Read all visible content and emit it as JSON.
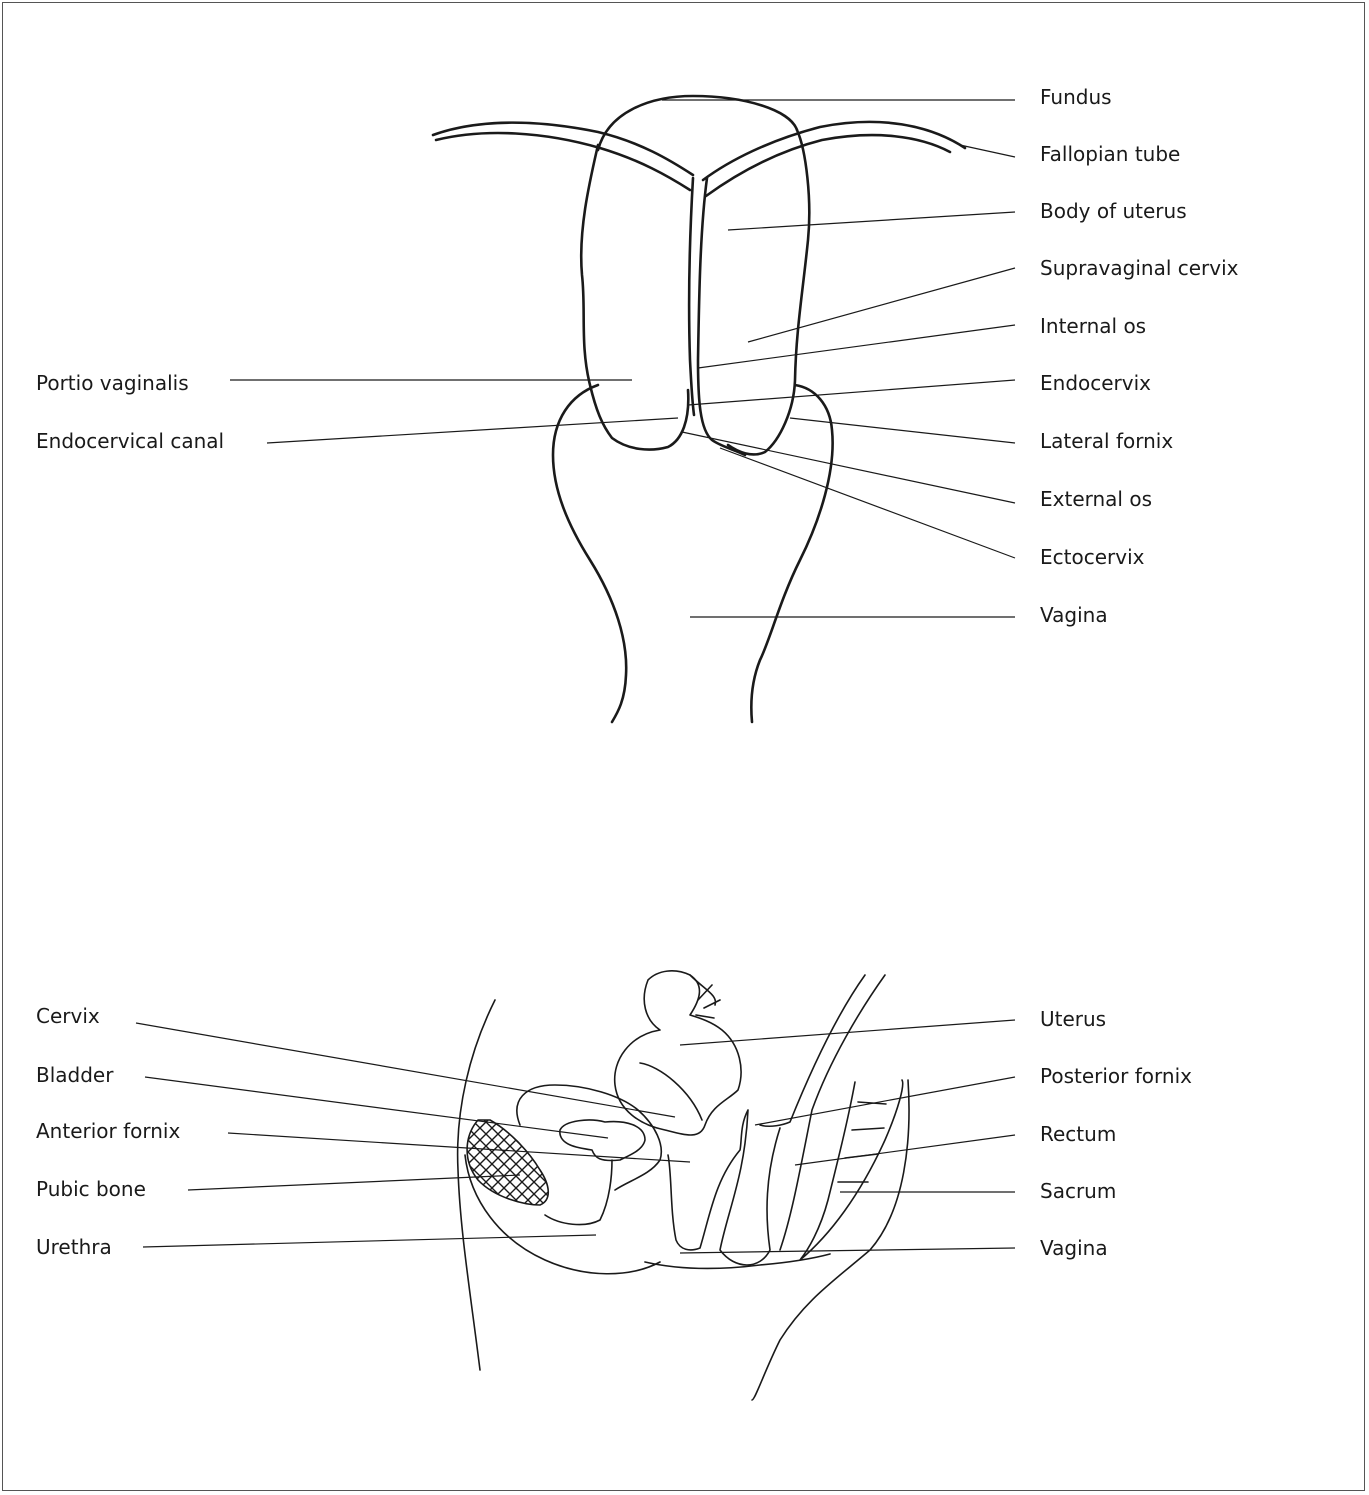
{
  "figure1": {
    "labels": {
      "fundus": "Fundus",
      "fallopian_tube": "Fallopian tube",
      "body_of_uterus": "Body of uterus",
      "supravaginal_cervix": "Supravaginal cervix",
      "internal_os": "Internal os",
      "endocervix": "Endocervix",
      "lateral_fornix": "Lateral fornix",
      "external_os": "External os",
      "ectocervix": "Ectocervix",
      "vagina": "Vagina",
      "portio_vaginalis": "Portio vaginalis",
      "endocervical_canal": "Endocervical canal"
    }
  },
  "figure2": {
    "labels": {
      "cervix": "Cervix",
      "bladder": "Bladder",
      "anterior_fornix": "Anterior fornix",
      "pubic_bone": "Pubic bone",
      "urethra": "Urethra",
      "uterus": "Uterus",
      "posterior_fornix": "Posterior fornix",
      "rectum": "Rectum",
      "sacrum": "Sacrum",
      "vagina": "Vagina"
    }
  }
}
